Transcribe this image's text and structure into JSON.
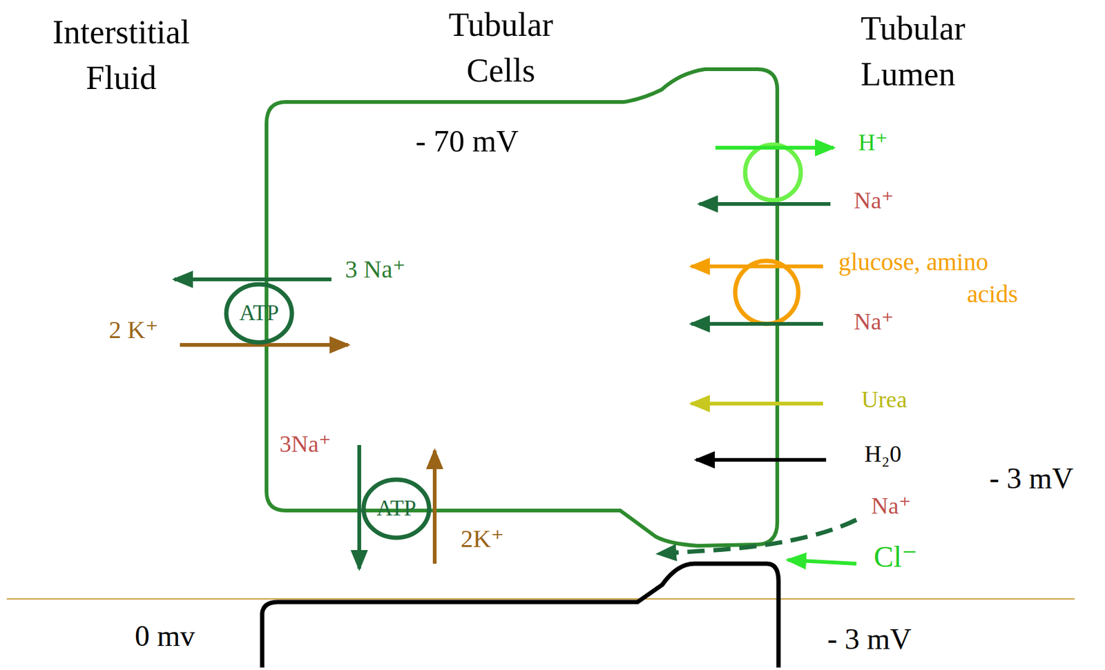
{
  "diagram": {
    "nodes": [
      {
        "text": [
          "- 70 mV"
        ]
      },
      {
        "text": [
          "ATP"
        ]
      },
      {
        "text": [
          "ATP"
        ]
      }
    ],
    "labels": [
      "Interstitial Fluid",
      "Tubular Cells",
      "Tubular Lumen",
      "H⁺",
      "Na⁺",
      "glucose, amino acids",
      "Na⁺",
      "Urea",
      "H₂0",
      "- 3 mV",
      "Na⁺",
      "Cl⁻",
      "3 Na⁺",
      "2 K⁺",
      "3Na⁺",
      "2K⁺",
      "0 mv",
      "- 3 mV"
    ]
  }
}
